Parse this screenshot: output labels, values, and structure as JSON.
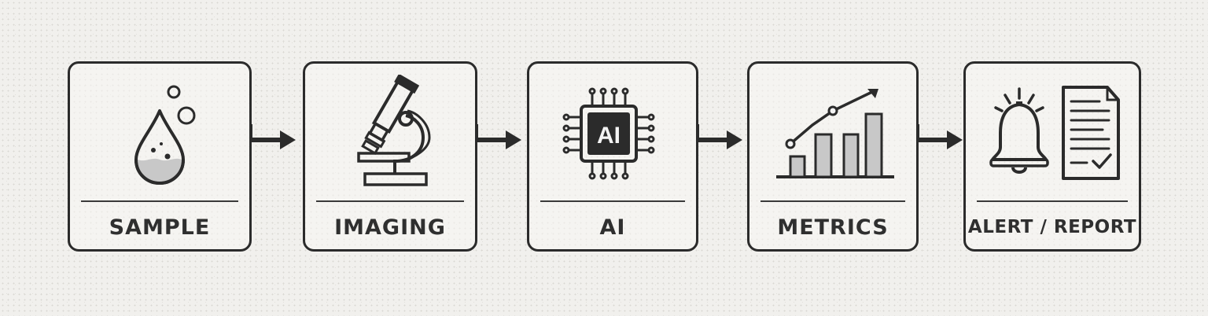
{
  "steps": [
    {
      "label": "SAMPLE",
      "icon": "water-drop-icon"
    },
    {
      "label": "IMAGING",
      "icon": "microscope-icon"
    },
    {
      "label": "AI",
      "icon": "ai-chip-icon",
      "chip_text": "AI"
    },
    {
      "label": "METRICS",
      "icon": "bar-chart-trend-icon"
    },
    {
      "label": "ALERT / REPORT",
      "icon": "bell-and-document-icon"
    }
  ],
  "colors": {
    "stroke": "#2b2b2b",
    "fill_gray": "#c8c8c8",
    "background": "#f1f0ed"
  }
}
